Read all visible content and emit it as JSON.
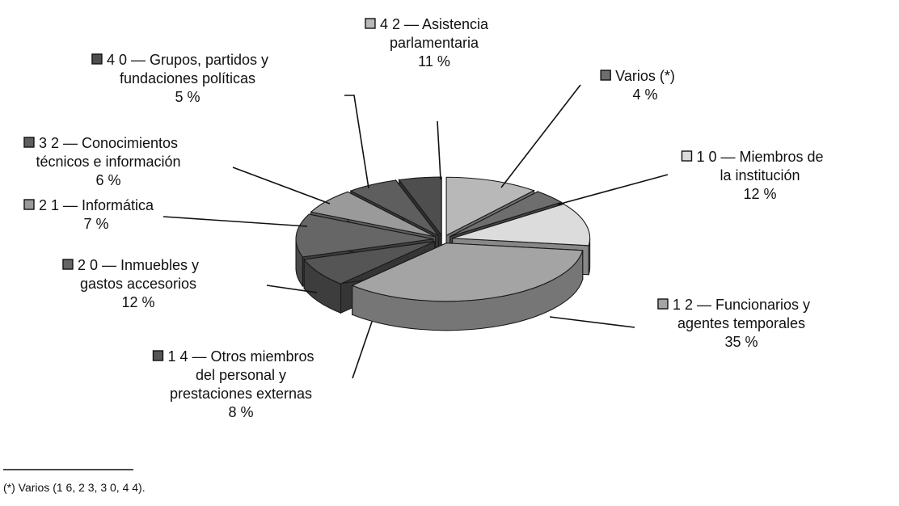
{
  "chart_data": {
    "type": "pie",
    "variant": "3d-exploded",
    "legend_placement": "labels around chart with leader lines",
    "slices": [
      {
        "code": "4 2",
        "name": "Asistencia parlamentaria",
        "lines": [
          "4 2 — Asistencia",
          "parlamentaria"
        ],
        "percent_label": "11 %",
        "value": 11,
        "color": "#b8b8b8"
      },
      {
        "code": "",
        "name": "Varios (*)",
        "lines": [
          "Varios (*)"
        ],
        "percent_label": "4 %",
        "value": 4,
        "color": "#6e6e6e"
      },
      {
        "code": "1 0",
        "name": "Miembros de la institución",
        "lines": [
          "1 0 — Miembros de",
          "la institución"
        ],
        "percent_label": "12 %",
        "value": 12,
        "color": "#dcdcdc"
      },
      {
        "code": "1 2",
        "name": "Funcionarios y agentes temporales",
        "lines": [
          "1 2 — Funcionarios y",
          "agentes temporales"
        ],
        "percent_label": "35 %",
        "value": 35,
        "color": "#a4a4a4"
      },
      {
        "code": "1 4",
        "name": "Otros miembros del personal y prestaciones externas",
        "lines": [
          "1 4 — Otros miembros",
          "del personal y",
          "prestaciones externas"
        ],
        "percent_label": "8 %",
        "value": 8,
        "color": "#555555"
      },
      {
        "code": "2 0",
        "name": "Inmuebles y gastos accesorios",
        "lines": [
          "2 0 — Inmuebles y",
          "gastos accesorios"
        ],
        "percent_label": "12 %",
        "value": 12,
        "color": "#666666"
      },
      {
        "code": "2 1",
        "name": "Informática",
        "lines": [
          "2 1 — Informática"
        ],
        "percent_label": "7 %",
        "value": 7,
        "color": "#9a9a9a"
      },
      {
        "code": "3 2",
        "name": "Conocimientos técnicos e información",
        "lines": [
          "3 2 — Conocimientos",
          "técnicos e información"
        ],
        "percent_label": "6 %",
        "value": 6,
        "color": "#5e5e5e"
      },
      {
        "code": "4 0",
        "name": "Grupos, partidos y fundaciones políticas",
        "lines": [
          "4 0 — Grupos, partidos y",
          "fundaciones políticas"
        ],
        "percent_label": "5 %",
        "value": 5,
        "color": "#4e4e4e"
      }
    ]
  },
  "footnote": {
    "text": "(*) Varios (1 6, 2 3, 3 0, 4 4)."
  }
}
